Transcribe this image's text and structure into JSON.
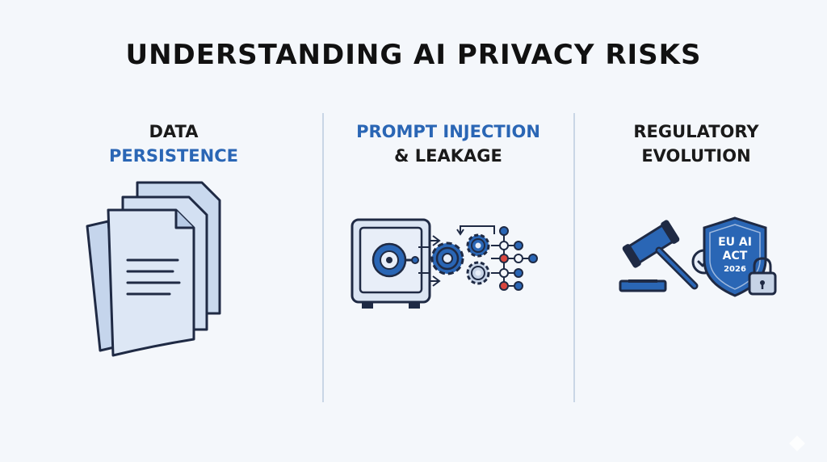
{
  "title": "UNDERSTANDING AI PRIVACY RISKS",
  "columns": [
    {
      "heading_line1": "DATA",
      "heading_line2": "PERSISTENCE",
      "icon": "documents-stack-icon"
    },
    {
      "heading_line1": "PROMPT INJECTION",
      "heading_line2": "& LEAKAGE",
      "icon": "safe-gears-network-icon"
    },
    {
      "heading_line1": "REGULATORY",
      "heading_line2": "EVOLUTION",
      "icon": "gavel-shield-icon"
    }
  ],
  "shield": {
    "line1": "EU AI",
    "line2": "ACT",
    "line3": "2026"
  },
  "colors": {
    "accent": "#2a66b5",
    "ink": "#1f2a44",
    "paper": "#dde7f5",
    "alert": "#d9463e"
  }
}
